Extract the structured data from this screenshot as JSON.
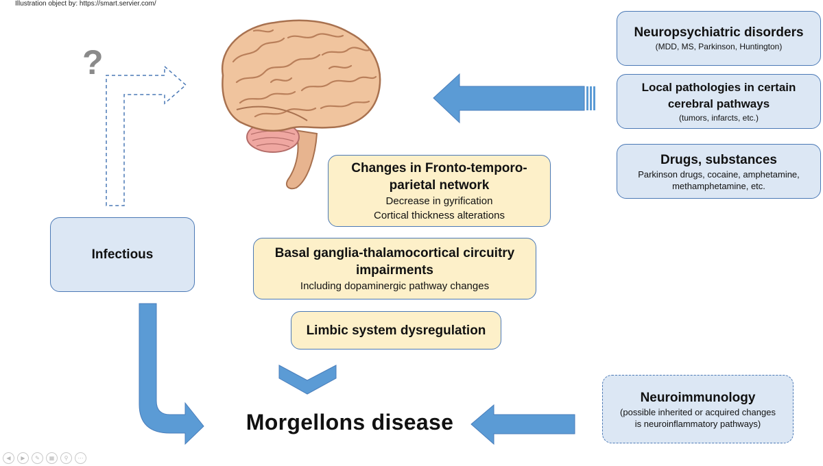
{
  "credit": "Illustration object by: https://smart.servier.com/",
  "question_mark": "?",
  "boxes": {
    "neuropsych": {
      "title": "Neuropsychiatric disorders",
      "subtitle": "(MDD, MS, Parkinson, Huntington)"
    },
    "local": {
      "title_line1": "Local pathologies in certain",
      "title_line2": "cerebral pathways",
      "subtitle": "(tumors, infarcts, etc.)"
    },
    "drugs": {
      "title": "Drugs, substances",
      "subtitle_line1": "Parkinson drugs, cocaine, amphetamine,",
      "subtitle_line2": "methamphetamine, etc."
    },
    "infectious": {
      "title": "Infectious"
    },
    "fronto": {
      "title_line1": "Changes in Fronto-temporo-",
      "title_line2": "parietal network",
      "line1": "Decrease in gyrification",
      "line2": "Cortical thickness alterations"
    },
    "basal": {
      "title_line1": "Basal ganglia-thalamocortical circuitry",
      "title_line2": "impairments",
      "line1": "Including dopaminergic pathway changes"
    },
    "limbic": {
      "title": "Limbic system dysregulation"
    },
    "neuroimm": {
      "title": "Neuroimmunology",
      "line1": "(possible inherited or acquired changes",
      "line2": "is neuroinflammatory pathways)"
    }
  },
  "main_title": "Morgellons disease",
  "colors": {
    "arrow_blue": "#5b9bd5",
    "box_blue_fill": "#dce7f4",
    "box_yellow_fill": "#fdf0c9",
    "box_border": "#4a78b5",
    "question_gray": "#8a8a8a"
  },
  "icons": [
    "brain-illustration",
    "question-mark-icon",
    "nav-back-icon",
    "nav-forward-icon",
    "pen-icon",
    "slides-icon",
    "zoom-icon",
    "more-icon"
  ]
}
